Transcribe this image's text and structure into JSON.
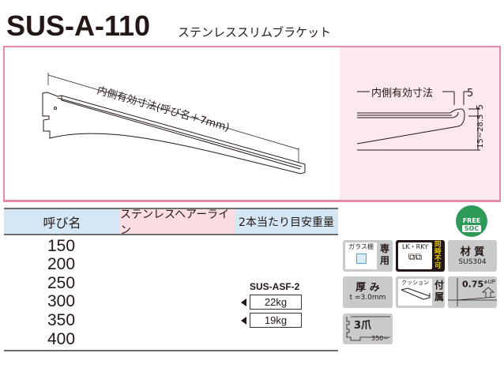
{
  "title": "SUS-A-110",
  "subtitle": "ステンレススリムブラケット",
  "diagram": {
    "main_dim": "内側有効寸法(呼び名＋7mm)",
    "side_dim": "内側有効寸法",
    "dim_5a": "5",
    "dim_5b": "5",
    "dim_range": "15~28.5"
  },
  "table": {
    "headers": [
      "呼び名",
      "ステンレスヘアーライン",
      "2本当たり目安重量"
    ],
    "sizes": [
      "150",
      "200",
      "250",
      "300",
      "350",
      "400"
    ],
    "model": "SUS-ASF-2",
    "loads": [
      "22kg",
      "19kg"
    ]
  },
  "badges": {
    "free_soc": {
      "top": "FREE",
      "bottom": "SOC"
    },
    "glass_shelf": {
      "label": "ガラス棚",
      "text": "専用"
    },
    "lk_rky": {
      "label": "LK・RKY",
      "text": "同時不可"
    },
    "material": {
      "title": "材 質",
      "value": "SUS304"
    },
    "thickness": {
      "title": "厚 み",
      "value": "t =3.0mm"
    },
    "cushion": {
      "label": "クッション",
      "text": "付属"
    },
    "angle": {
      "value": "0.75°",
      "unit": "UP"
    },
    "claws": {
      "title": "3爪",
      "value": "350~"
    }
  },
  "colors": {
    "frame": "#e68aa9",
    "header_blue": "#d5e7f5",
    "header_pink": "#fbdde3",
    "panel": "#fbe9ee",
    "badge": "#c9caca"
  }
}
